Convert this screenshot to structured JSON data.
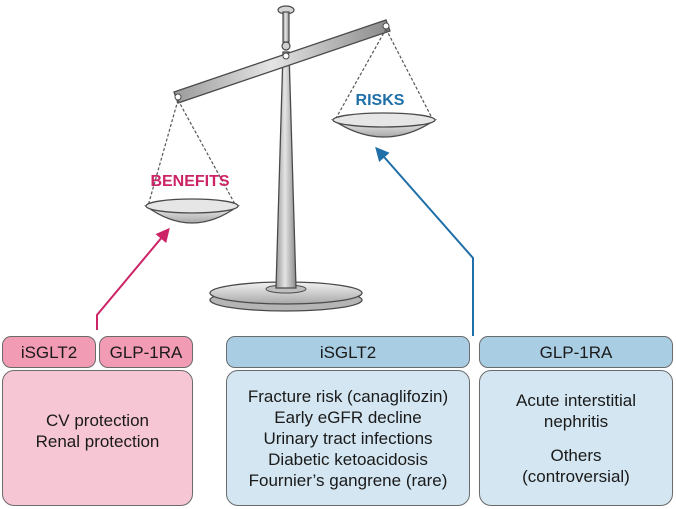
{
  "balance": {
    "benefits_label": "BENEFITS",
    "risks_label": "RISKS"
  },
  "colors": {
    "benefits": "#cc2466",
    "risks": "#1f6fa8",
    "pink_tab": "#f19bb5",
    "pink_body": "#f6c6d4",
    "blue_tab": "#a9cde3",
    "blue_body": "#d3e6f1"
  },
  "benefits_panel": {
    "tabs": [
      "iSGLT2",
      "GLP-1RA"
    ],
    "items": [
      "CV protection",
      "Renal protection"
    ]
  },
  "risks_isglt2_panel": {
    "title": "iSGLT2",
    "items": [
      "Fracture risk (canaglifozin)",
      "Early eGFR decline",
      "Urinary tract infections",
      "Diabetic ketoacidosis",
      "Fournier’s gangrene (rare)"
    ]
  },
  "risks_glp1ra_panel": {
    "title": "GLP-1RA",
    "items": [
      "Acute interstitial",
      "nephritis"
    ],
    "items2": [
      "Others",
      "(controversial)"
    ]
  }
}
